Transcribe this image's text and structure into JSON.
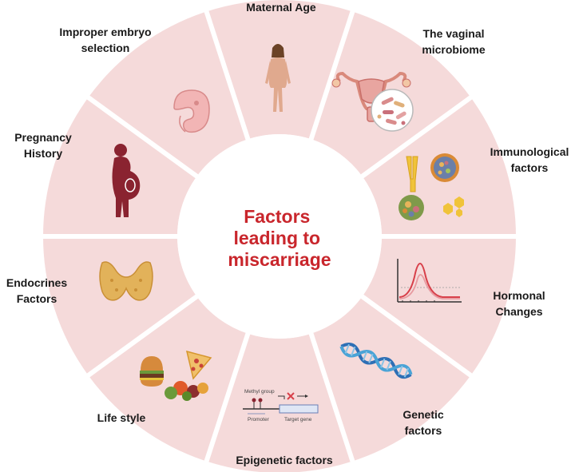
{
  "center": {
    "lines": [
      "Factors",
      "leading to",
      "miscarriage"
    ]
  },
  "segments": [
    {
      "id": "maternal-age",
      "lines": [
        "Maternal Age"
      ],
      "icon": "woman-figure-icon"
    },
    {
      "id": "vaginal-microbiome",
      "lines": [
        "The vaginal",
        "microbiome"
      ],
      "icon": "uterus-bacteria-icon"
    },
    {
      "id": "immunological-factors",
      "lines": [
        "Immunological",
        "factors"
      ],
      "icon": "immune-cells-icon"
    },
    {
      "id": "hormonal-changes",
      "lines": [
        "Hormonal",
        "Changes"
      ],
      "icon": "hormone-curve-icon"
    },
    {
      "id": "genetic-factors",
      "lines": [
        "Genetic",
        "factors"
      ],
      "icon": "dna-helix-icon"
    },
    {
      "id": "epigenetic-factors",
      "lines": [
        "Epigenetic factors"
      ],
      "icon": "methylation-gene-icon"
    },
    {
      "id": "life-style",
      "lines": [
        "Life style"
      ],
      "icon": "food-icon"
    },
    {
      "id": "endocrines-factors",
      "lines": [
        "Endocrines",
        "Factors"
      ],
      "icon": "thyroid-gland-icon"
    },
    {
      "id": "pregnancy-history",
      "lines": [
        "Pregnancy",
        "History"
      ],
      "icon": "pregnant-woman-icon"
    },
    {
      "id": "improper-embryo-selection",
      "lines": [
        "Improper embryo",
        "selection"
      ],
      "icon": "embryo-icon"
    }
  ],
  "epigenetic_icon_text": {
    "methyl_group": "Methyl group",
    "promoter": "Promoter",
    "target_gene": "Target gene"
  },
  "colors": {
    "segment_fill": "#f5dada",
    "center_fill": "#ffffff",
    "center_text": "#c9262c",
    "label_text": "#1a1a1a"
  }
}
